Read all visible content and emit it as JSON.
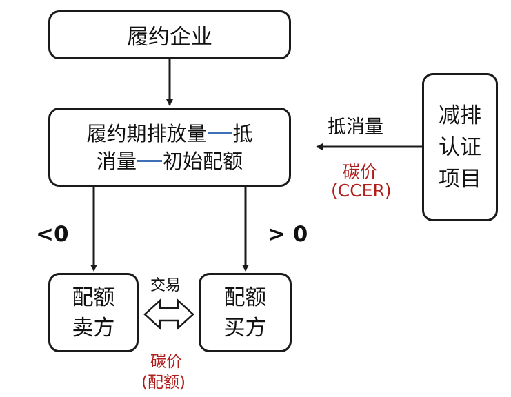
{
  "nodes": {
    "top": "履约企业",
    "middle": {
      "line1_a": "履约期排放量",
      "line1_b": "抵",
      "line2_a": "消量",
      "line2_b": "初始配额"
    },
    "right": {
      "line1": "减排",
      "line2": "认证",
      "line3": "项目"
    },
    "seller": {
      "line1": "配额",
      "line2": "卖方"
    },
    "buyer": {
      "line1": "配额",
      "line2": "买方"
    }
  },
  "labels": {
    "offset": "抵消量",
    "carbon_price_top": "碳价",
    "ccer": "(CCER)",
    "less_than_zero": "<0",
    "greater_than_zero": "> 0",
    "trade": "交易",
    "carbon_price_bottom": "碳价",
    "allowance": "(配额)"
  },
  "colors": {
    "accent_red": "#b01d1d",
    "dash_blue": "#3f6fb5",
    "border": "#1a1a1a"
  }
}
